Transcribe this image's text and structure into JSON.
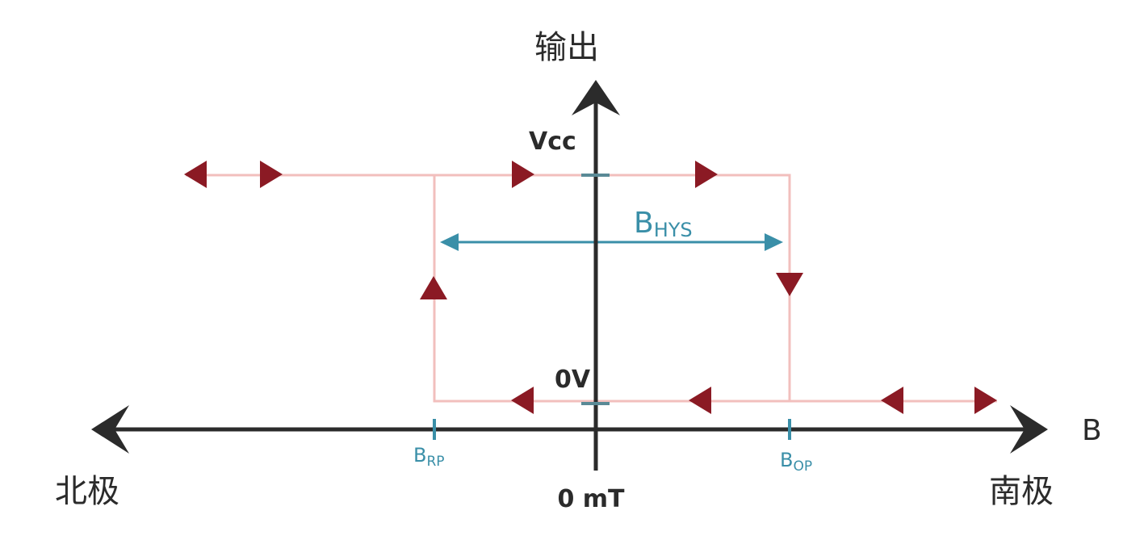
{
  "diagram": {
    "y_axis_label": "输出",
    "x_axis_label": "B",
    "left_label": "北极",
    "right_label": "南极",
    "origin_label": "0 mT",
    "vcc_label": "Vcc",
    "zero_v_label": "0V",
    "brp_label": "B",
    "brp_sub": "RP",
    "bop_label": "B",
    "bop_sub": "OP",
    "bhys_label": "B",
    "bhys_sub": "HYS",
    "colors": {
      "axis": "#2b2b2b",
      "curve": "#f2bfbd",
      "arrow": "#8b1a24",
      "tick": "#5a8a96",
      "hysteresis": "#3a8fa8"
    }
  }
}
